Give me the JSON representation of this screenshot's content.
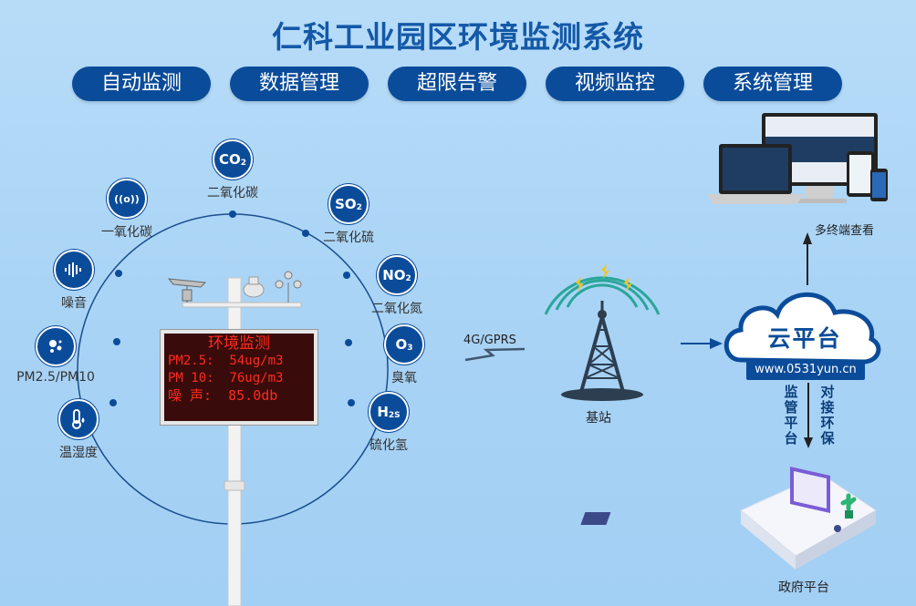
{
  "title": "仁科工业园区环境监测系统",
  "tabs": [
    "自动监测",
    "数据管理",
    "超限告警",
    "视频监控",
    "系统管理"
  ],
  "sensors": [
    {
      "name": "co2",
      "badge": "CO",
      "sub": "2",
      "label": "二氧化碳",
      "icon": "co2-badge-icon"
    },
    {
      "name": "co",
      "badge": "((o))",
      "sub": "",
      "label": "一氧化碳",
      "icon": "co-signal-icon"
    },
    {
      "name": "so2",
      "badge": "SO",
      "sub": "2",
      "label": "二氧化硫",
      "icon": "so2-badge-icon"
    },
    {
      "name": "noise",
      "badge": "",
      "sub": "",
      "label": "噪音",
      "icon": "sound-wave-icon"
    },
    {
      "name": "no2",
      "badge": "NO",
      "sub": "2",
      "label": "二氧化氮",
      "icon": "no2-badge-icon"
    },
    {
      "name": "pm",
      "badge": "",
      "sub": "",
      "label": "PM2.5/PM10",
      "icon": "particles-icon"
    },
    {
      "name": "o3",
      "badge": "O",
      "sub": "3",
      "label": "臭氧",
      "icon": "o3-badge-icon"
    },
    {
      "name": "temp-humidity",
      "badge": "",
      "sub": "",
      "label": "温湿度",
      "icon": "thermometer-icon"
    },
    {
      "name": "h2s",
      "badge": "H",
      "sub": "2S",
      "label": "硫化氢",
      "icon": "h2s-badge-icon"
    }
  ],
  "display_board": {
    "header": "环境监测",
    "lines": [
      "PM2.5:  54ug/m3",
      "PM 10:  76ug/m3",
      "噪 声:  85.0db"
    ]
  },
  "link_label": "4G/GPRS",
  "base_station": "基站",
  "cloud": {
    "name": "云平台",
    "url": "www.0531yun.cn"
  },
  "multi_terminal": "多终端查看",
  "supervise": "监管平台",
  "to_bureau": "对接环保",
  "gov_platform": "政府平台",
  "colors": {
    "primary": "#0b4c9a",
    "title": "#1459a8",
    "led": "#ff2a1e"
  }
}
